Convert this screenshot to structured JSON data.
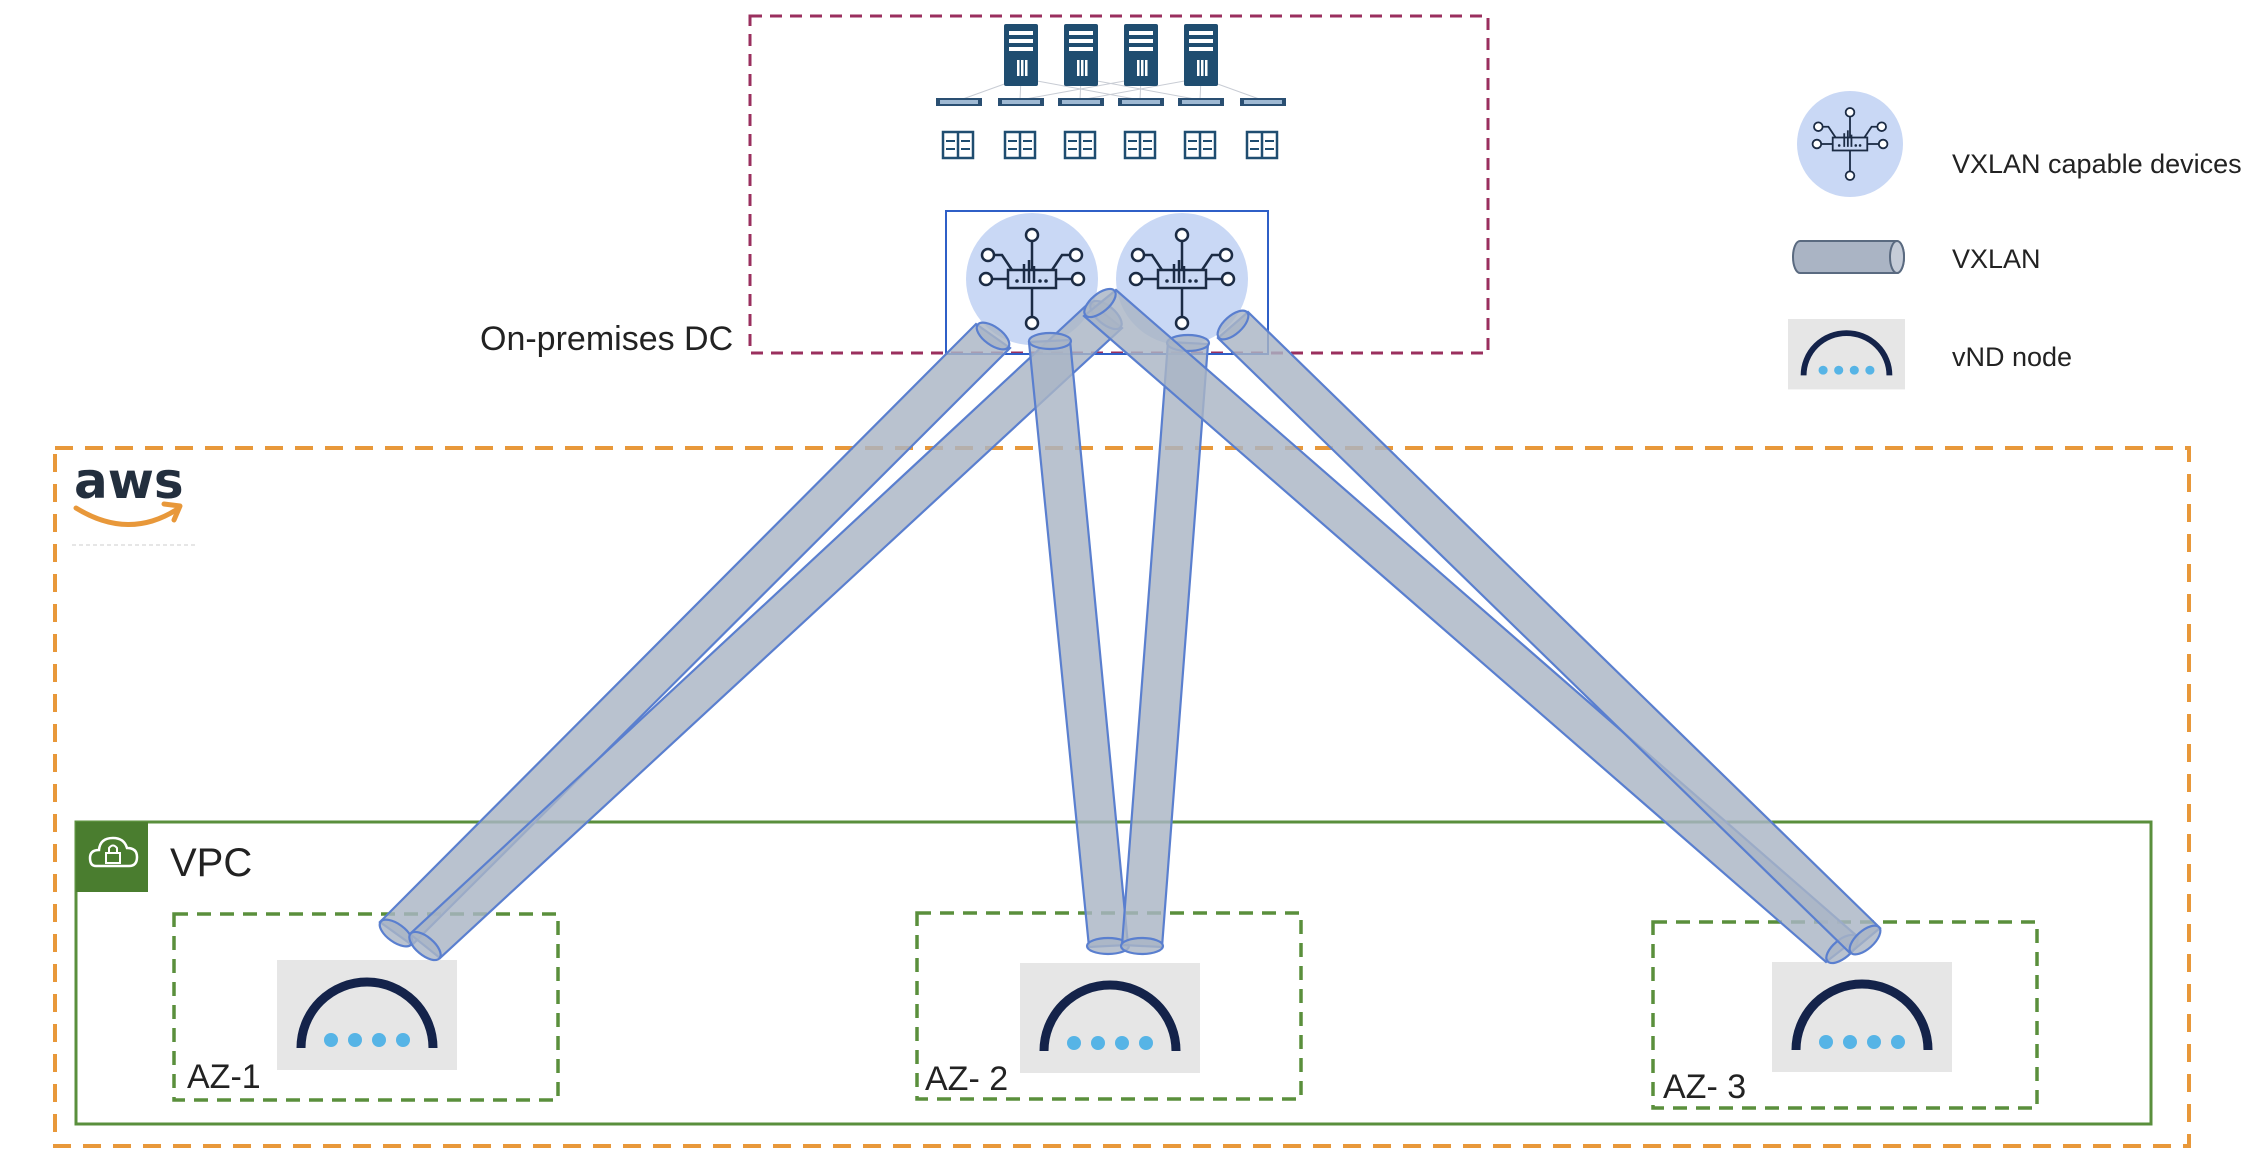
{
  "labels": {
    "onprem": "On-premises DC",
    "vpc": "VPC",
    "az1": "AZ-1",
    "az2": "AZ- 2",
    "az3": "AZ- 3",
    "aws_logo_text": "aws"
  },
  "legend": {
    "vxlan_device": "VXLAN capable devices",
    "vxlan": "VXLAN",
    "vnd_node": "vND node"
  },
  "colors": {
    "onprem_border": "#9a2f5e",
    "aws_border": "#e8983a",
    "vpc_border": "#5a8f3c",
    "vpc_badge": "#4a7d2f",
    "az_border": "#5a8f3c",
    "tunnel_fill": "#aab4c4",
    "tunnel_stroke": "#5a7fcf",
    "device_circle": "#c9d8f5",
    "device_ink": "#1b2b44",
    "server_ink": "#1f4d70",
    "node_bg": "#e6e6e6",
    "node_arc": "#14234a",
    "node_dots": "#56b4e6",
    "switch_box": "#2f5fc7"
  },
  "icons": {
    "server": "server-tower-icon",
    "access_switch": "access-switch-icon",
    "storage": "storage-unit-icon",
    "vxlan_device": "vxlan-device-icon",
    "vnd_node": "vnd-node-icon",
    "vpc_cloud_lock": "cloud-lock-icon",
    "aws_logo": "aws-logo"
  }
}
